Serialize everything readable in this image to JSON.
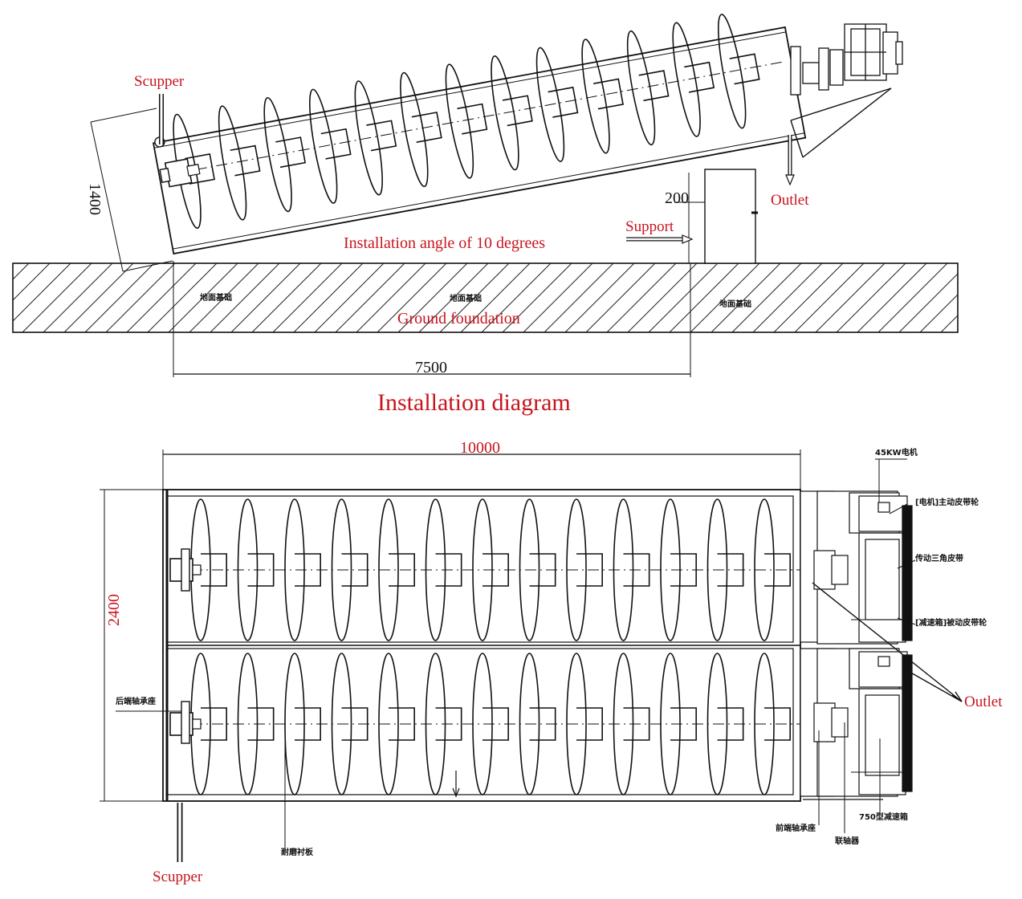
{
  "colors": {
    "annotation": "#c8141e",
    "line": "#111111",
    "background": "#ffffff"
  },
  "side_view": {
    "scupper": "Scupper",
    "outlet": "Outlet",
    "support": "Support",
    "dim_height": "1400",
    "dim_support": "200",
    "angle_note": "Installation angle of 10 degrees",
    "ground_cn_left": "地面基础",
    "ground_cn_mid": "地面基础",
    "ground_cn_right": "地面基础",
    "ground_en": "Ground foundation",
    "dim_length": "7500"
  },
  "title": "Installation diagram",
  "top_view": {
    "dim_length": "10000",
    "dim_width": "2400",
    "motor": "45KW电机",
    "drive_pulley": "[电机]主动皮带轮",
    "v_belt": "传动三角皮带",
    "driven_pulley": "[减速箱]被动皮带轮",
    "outlet": "Outlet",
    "rear_bearing": "后端轴承座",
    "scupper": "Scupper",
    "liner": "耐磨衬板",
    "front_bearing": "前端轴承座",
    "reducer": "750型减速箱",
    "coupling": "联轴器"
  }
}
